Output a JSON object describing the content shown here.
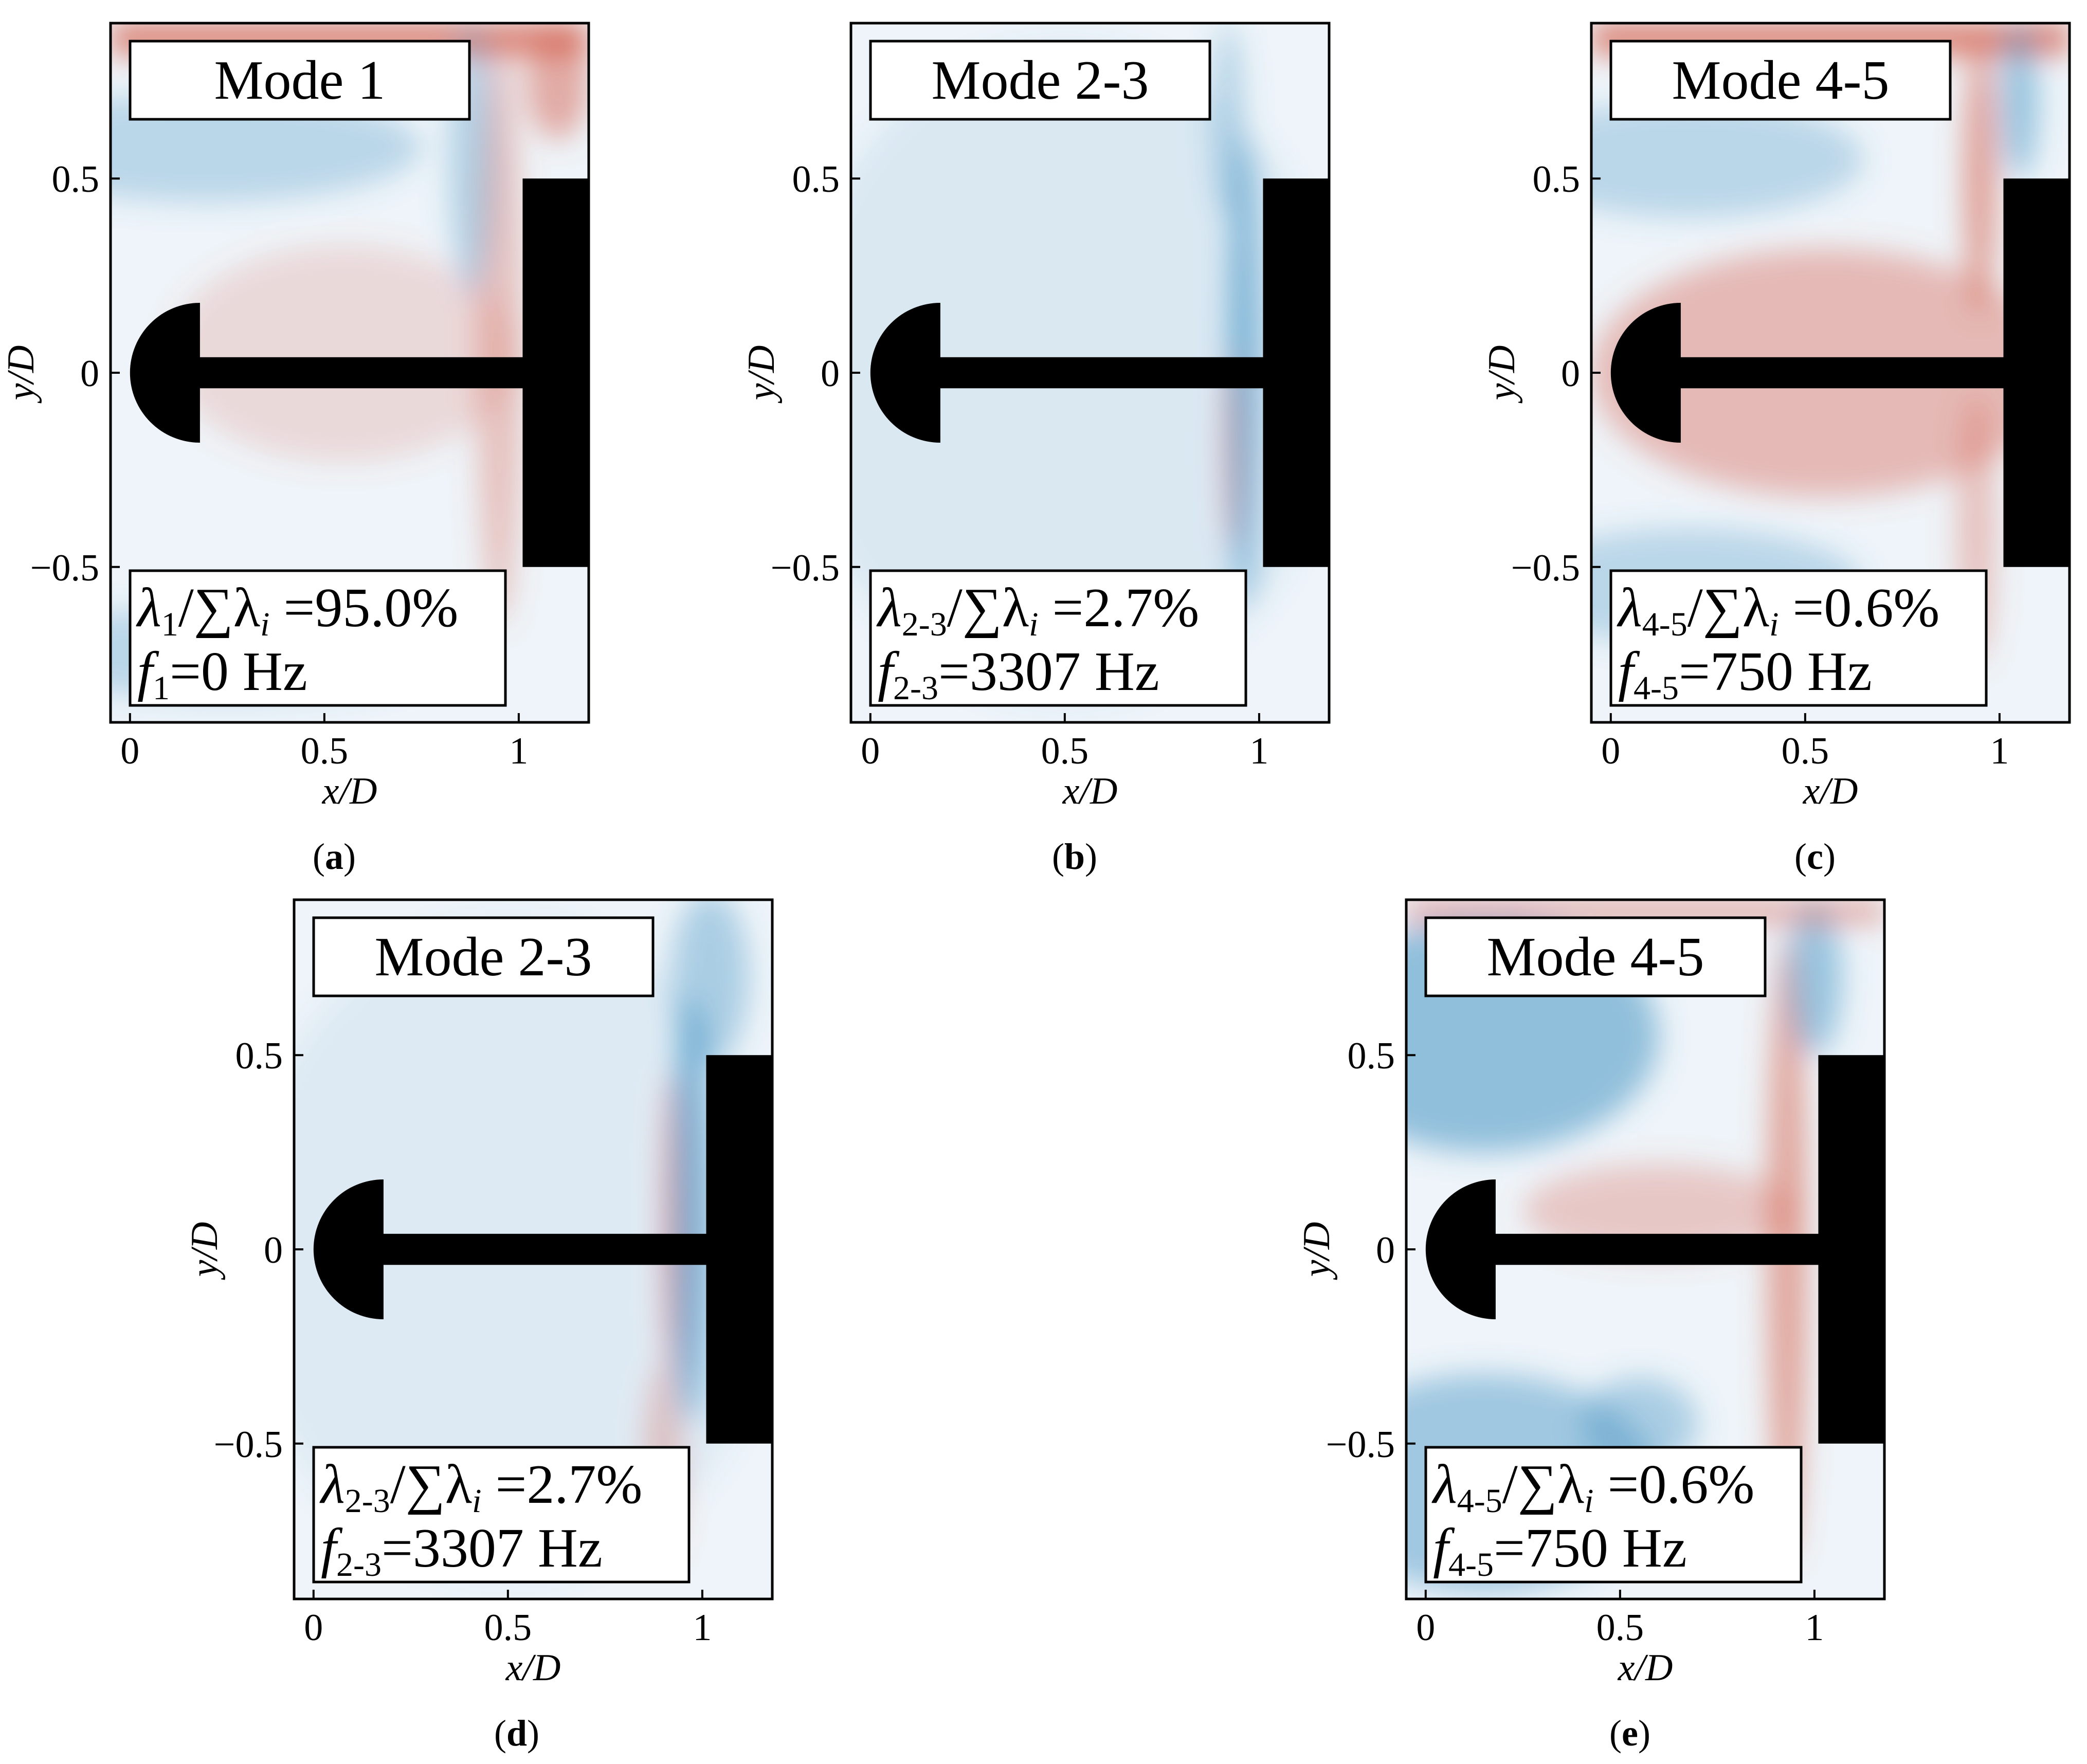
{
  "colors": {
    "positive": "#d6604d",
    "negative": "#4393c3",
    "background": "#eef4f9",
    "model": "#000000"
  },
  "panels": [
    {
      "label_open": "(",
      "label_letter": "a",
      "label_close": ")",
      "title": "Mode 1",
      "lambda_symbol": "λ",
      "lambda_sub": "1",
      "ratio_sep": "/∑λ",
      "ratio_sub": "i",
      "ratio_value": " =95.0%",
      "freq_symbol": "f",
      "freq_sub": "1",
      "freq_value": "=0 Hz",
      "field": "mode1"
    },
    {
      "label_open": "(",
      "label_letter": "b",
      "label_close": ")",
      "title": "Mode 2-3",
      "lambda_symbol": "λ",
      "lambda_sub": "2-3",
      "ratio_sep": "/∑λ",
      "ratio_sub": "i",
      "ratio_value": " =2.7%",
      "freq_symbol": "f",
      "freq_sub": "2-3",
      "freq_value": "=3307 Hz",
      "field": "mode23a"
    },
    {
      "label_open": "(",
      "label_letter": "c",
      "label_close": ")",
      "title": "Mode 4-5",
      "lambda_symbol": "λ",
      "lambda_sub": "4-5",
      "ratio_sep": "/∑λ",
      "ratio_sub": "i",
      "ratio_value": " =0.6%",
      "freq_symbol": "f",
      "freq_sub": "4-5",
      "freq_value": "=750 Hz",
      "field": "mode45a"
    },
    {
      "label_open": "(",
      "label_letter": "d",
      "label_close": ")",
      "title": "Mode 2-3",
      "lambda_symbol": "λ",
      "lambda_sub": "2-3",
      "ratio_sep": "/∑λ",
      "ratio_sub": "i",
      "ratio_value": " =2.7%",
      "freq_symbol": "f",
      "freq_sub": "2-3",
      "freq_value": "=3307 Hz",
      "field": "mode23b"
    },
    {
      "label_open": "(",
      "label_letter": "e",
      "label_close": ")",
      "title": "Mode 4-5",
      "lambda_symbol": "λ",
      "lambda_sub": "4-5",
      "ratio_sep": "/∑λ",
      "ratio_sub": "i",
      "ratio_value": " =0.6%",
      "freq_symbol": "f",
      "freq_sub": "4-5",
      "freq_value": "=750 Hz",
      "field": "mode45b"
    }
  ],
  "chart_data": {
    "type": "heatmap",
    "xlabel": "x/D",
    "ylabel": "y/D",
    "xlim": [
      -0.05,
      1.18
    ],
    "ylim": [
      -0.9,
      0.9
    ],
    "xticks": [
      0,
      0.5,
      1
    ],
    "xtick_labels": [
      "0",
      "0.5",
      "1"
    ],
    "yticks": [
      -0.5,
      0,
      0.5
    ],
    "ytick_labels": [
      "−0.5",
      "0",
      "0.5"
    ],
    "grid": false,
    "colormap": "diverging red-blue",
    "model_geometry": {
      "nose_radius": 0.18,
      "strut_half_thickness": 0.04,
      "wall_x": 1.01,
      "wall_y_range": [
        -0.5,
        0.5
      ]
    },
    "modes": [
      {
        "title": "Mode 1",
        "energy_fraction_percent": 95.0,
        "frequency_hz": 0
      },
      {
        "title": "Mode 2-3",
        "energy_fraction_percent": 2.7,
        "frequency_hz": 3307
      },
      {
        "title": "Mode 4-5",
        "energy_fraction_percent": 0.6,
        "frequency_hz": 750
      }
    ]
  }
}
